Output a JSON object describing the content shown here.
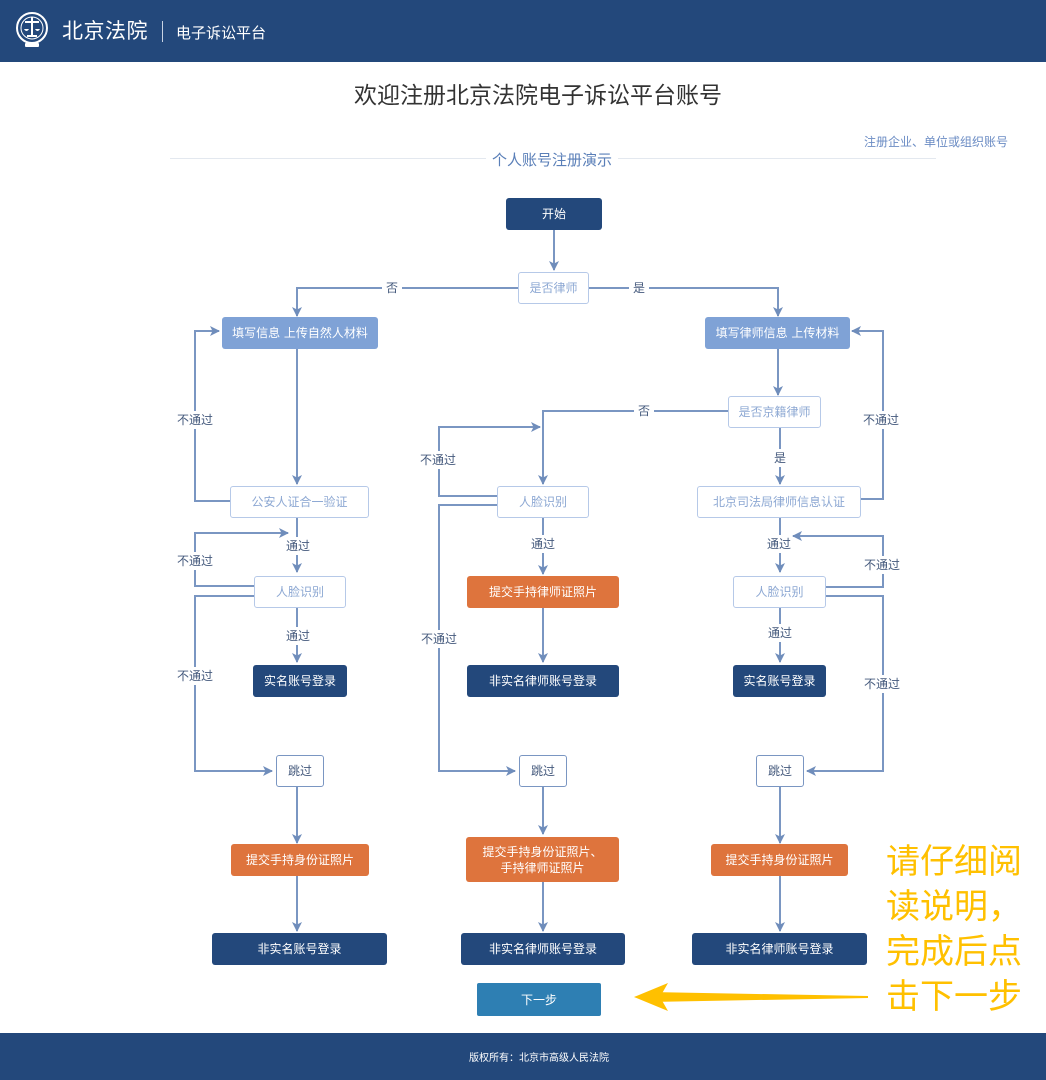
{
  "header": {
    "logo_icon": "court-emblem-icon",
    "brand": "北京法院",
    "subtitle": "电子诉讼平台"
  },
  "page": {
    "title": "欢迎注册北京法院电子诉讼平台账号",
    "org_link": "注册企业、单位或组织账号",
    "section_title": "个人账号注册演示"
  },
  "flowchart": {
    "nodes": {
      "start": "开始",
      "is_lawyer": "是否律师",
      "fill_natural": "填写信息 上传自然人材料",
      "fill_lawyer": "填写律师信息 上传材料",
      "is_beijing_lawyer": "是否京籍律师",
      "police_verify": "公安人证合一验证",
      "face_left": "人脸识别",
      "face_mid": "人脸识别",
      "bj_judicial_verify": "北京司法局律师信息认证",
      "face_right": "人脸识别",
      "submit_lawyer_cert": "提交手持律师证照片",
      "real_login_left": "实名账号登录",
      "nonreal_lawyer_login_mid": "非实名律师账号登录",
      "real_login_right": "实名账号登录",
      "skip_left": "跳过",
      "skip_mid": "跳过",
      "skip_right": "跳过",
      "submit_id_left": "提交手持身份证照片",
      "submit_id_mid_line1": "提交手持身份证照片、",
      "submit_id_mid_line2": "手持律师证照片",
      "submit_id_right": "提交手持身份证照片",
      "nonreal_login_left": "非实名账号登录",
      "nonreal_lawyer_login_bottom_mid": "非实名律师账号登录",
      "nonreal_lawyer_login_bottom_right": "非实名律师账号登录"
    },
    "labels": {
      "no": "否",
      "yes": "是",
      "pass": "通过",
      "fail": "不通过"
    }
  },
  "actions": {
    "next": "下一步"
  },
  "hint": {
    "text": "请仔细阅读说明，完成后点击下一步",
    "lines": [
      "请仔细阅",
      "读说明，",
      "完成后点",
      "击下一步"
    ],
    "color": "#ffc000"
  },
  "footer": {
    "copyright": "版权所有：北京市高级人民法院"
  },
  "colors": {
    "brand": "#23487b",
    "node_light": "#7fa2d6",
    "node_orange": "#de743d",
    "connector": "#7a96c2",
    "next_button": "#2e7fb3"
  }
}
